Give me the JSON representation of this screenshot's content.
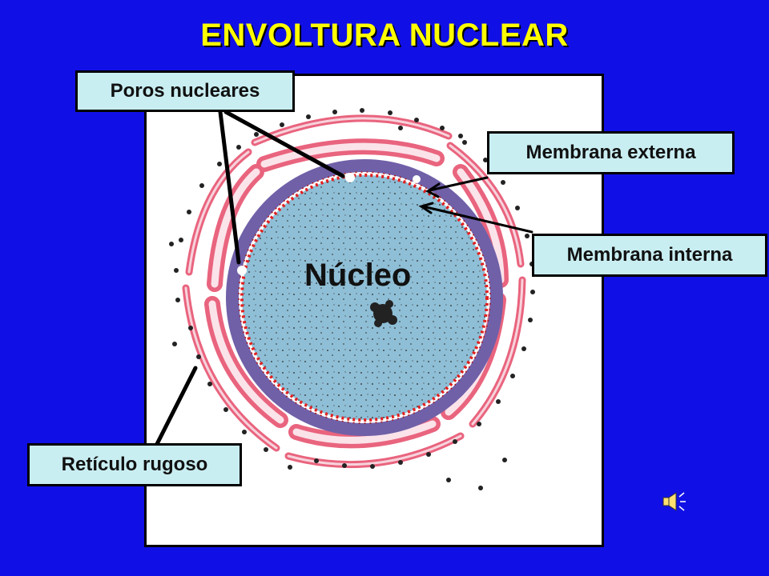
{
  "title": "ENVOLTURA NUCLEAR",
  "labels": {
    "poros": "Poros nucleares",
    "externa": "Membrana externa",
    "interna": "Membrana interna",
    "reticulo": "Retículo rugoso",
    "nucleo": "Núcleo"
  },
  "colors": {
    "background": "#1010e6",
    "title": "#ffff00",
    "label_box": "#c9eef2",
    "er_membrane": "#e9647e",
    "er_lumen": "#f7d3dc",
    "perinuclear": "#7060a8",
    "nucleoplasm": "#8fbfd6",
    "pore_marks": "#e02020"
  },
  "icons": {
    "sound": "speaker-icon"
  }
}
